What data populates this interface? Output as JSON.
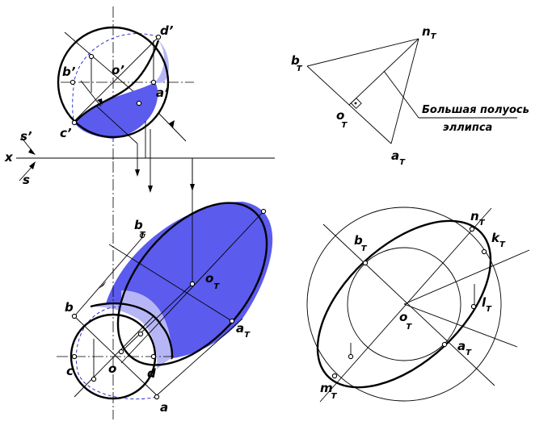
{
  "colors": {
    "fill_dark": "#5b5bee",
    "fill_light": "#b6b6f6",
    "line": "#000000",
    "hidden": "#1f1fd0"
  },
  "labels": {
    "top_view": {
      "d": "d’",
      "o": "o’",
      "b": "b’",
      "a": "a’",
      "c": "c’"
    },
    "axis": {
      "x": "x",
      "s_prime": "s’",
      "s": "s"
    },
    "triangle": {
      "n": "n",
      "b": "b",
      "o": "o",
      "a": "a",
      "sub": "T"
    },
    "note": {
      "line1": "Большая полуось",
      "line2": "эллипса"
    },
    "front": {
      "b": "b",
      "c": "c",
      "o": "o",
      "d": "d",
      "a": "a"
    },
    "shadow": {
      "b": "b",
      "o": "o",
      "a": "a",
      "sub": "T"
    },
    "construction": {
      "b": "b",
      "n": "n",
      "k": "k",
      "o": "o",
      "l": "l",
      "a": "a",
      "m": "m",
      "sub": "T"
    }
  }
}
